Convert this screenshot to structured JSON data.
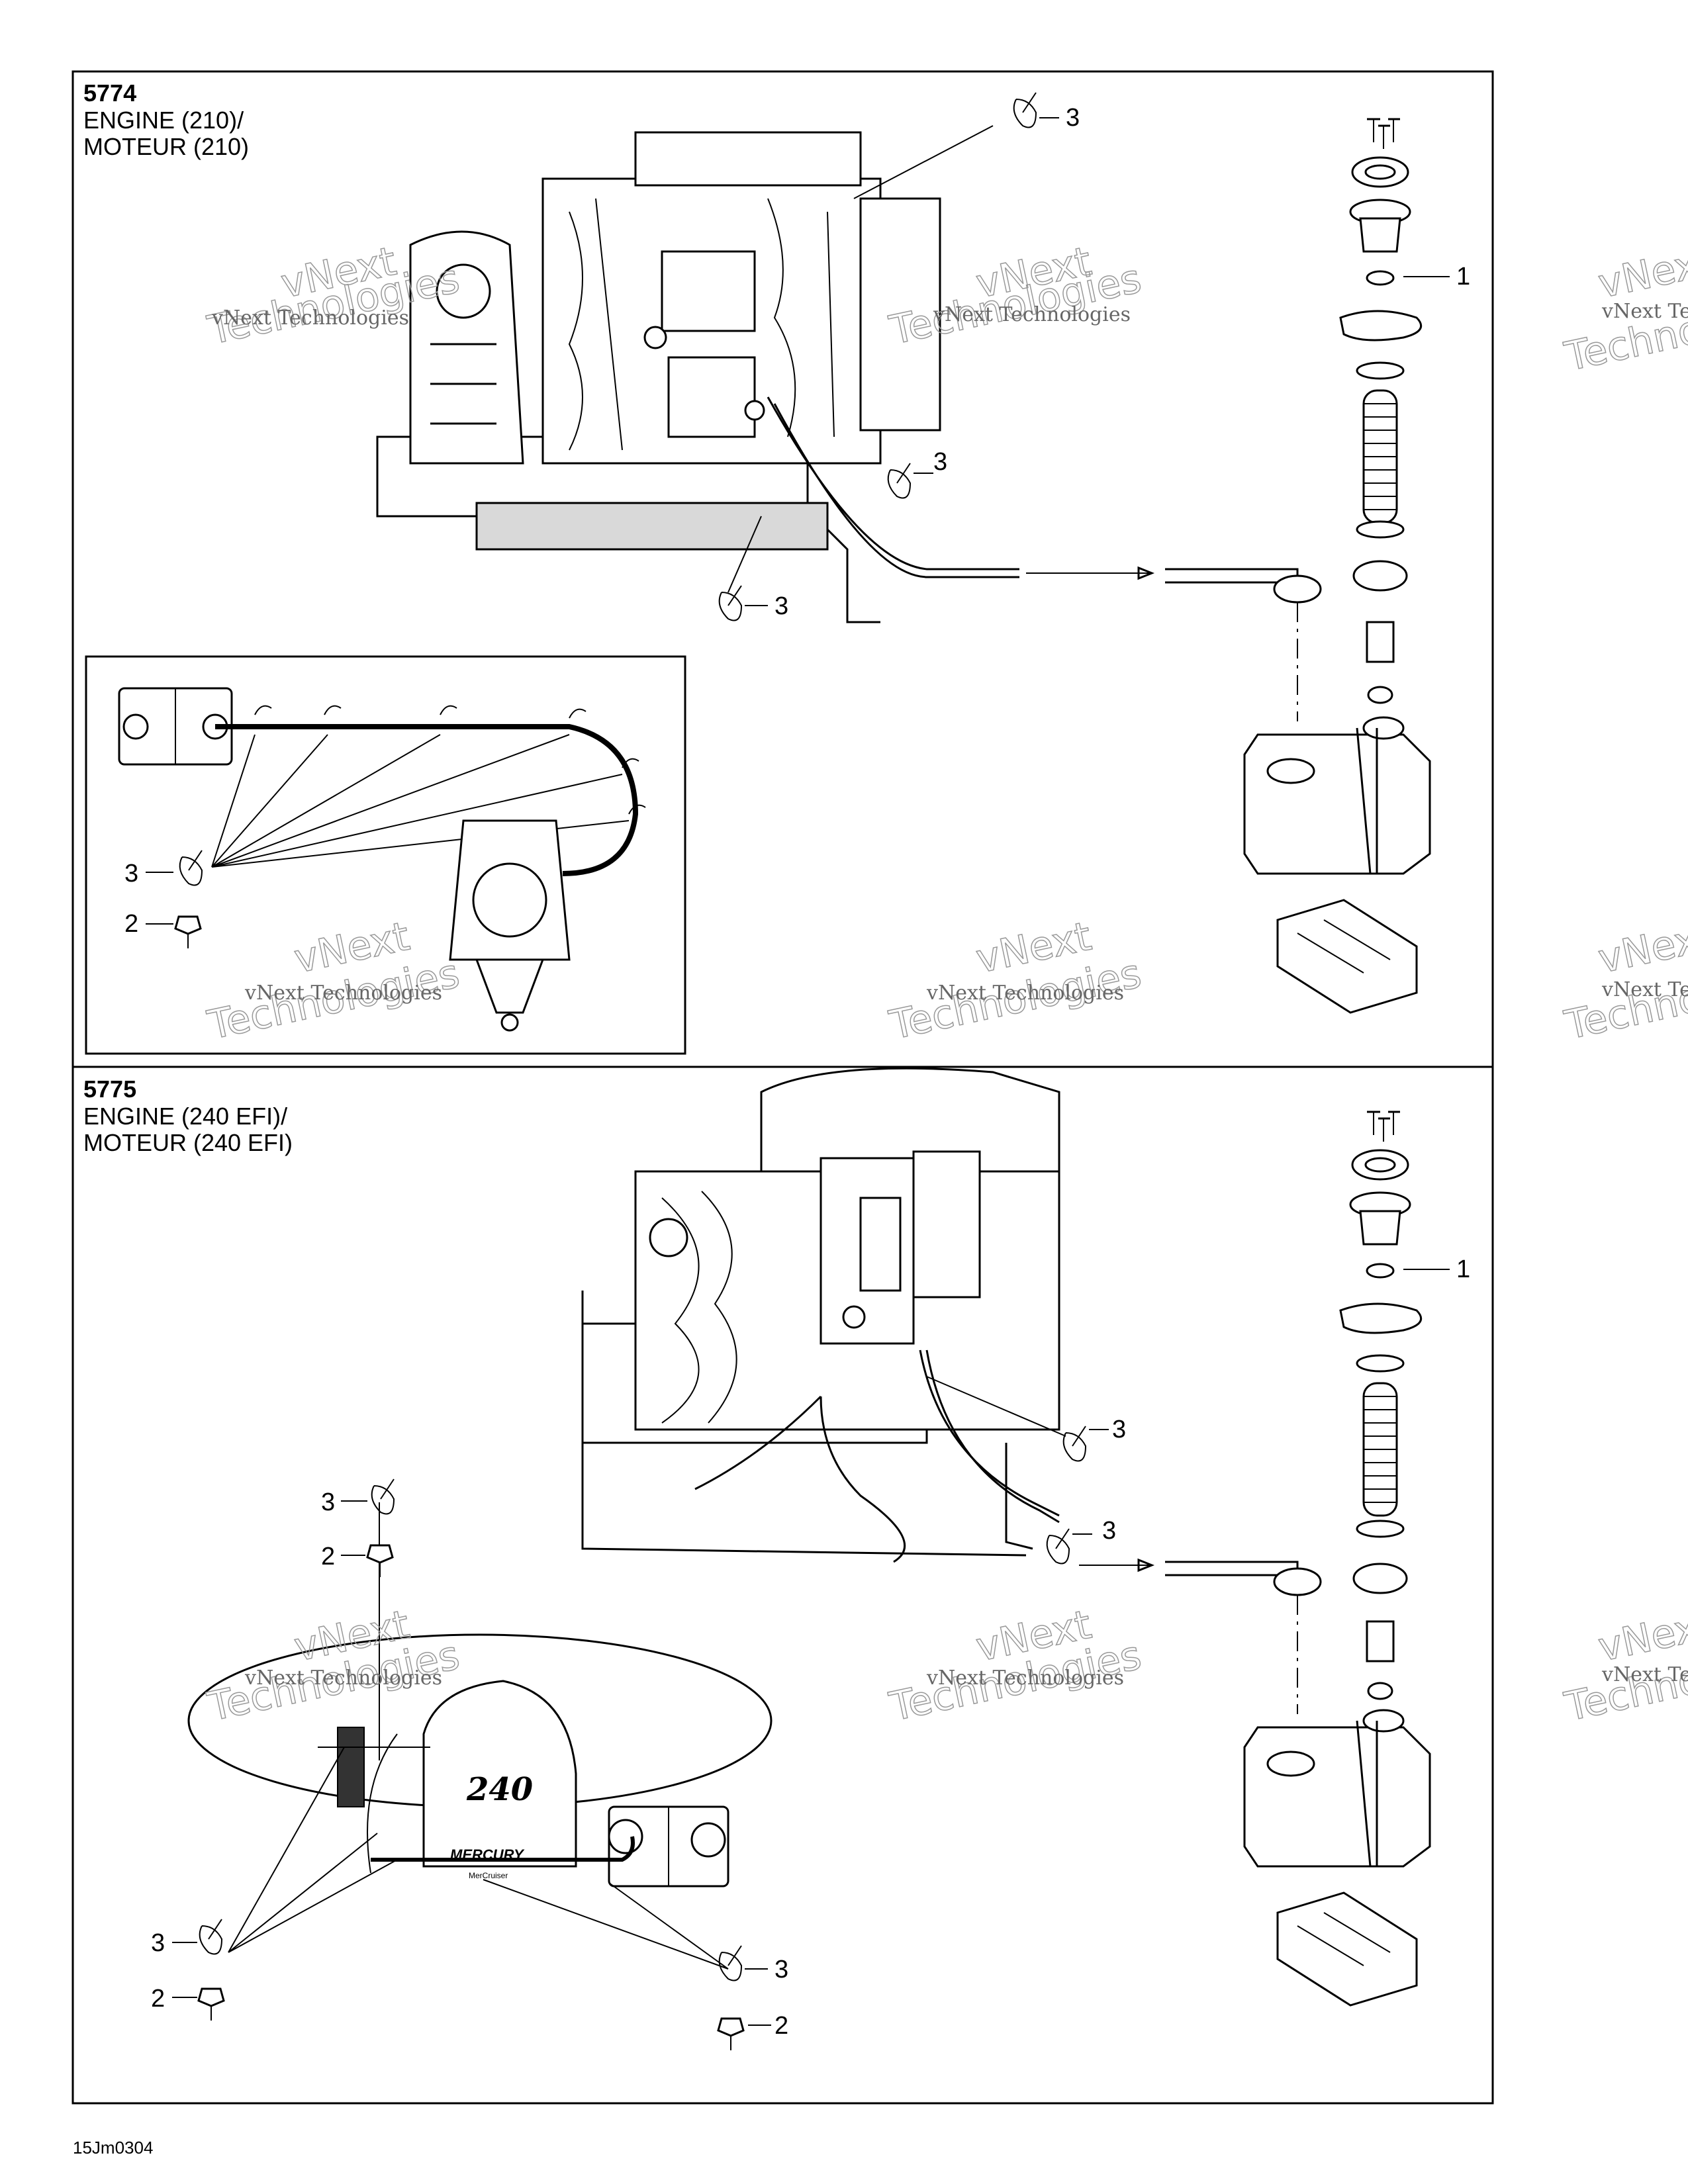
{
  "panels": [
    {
      "code": "5774",
      "title_line1": "ENGINE (210)/",
      "title_line2": "MOTEUR (210)"
    },
    {
      "code": "5775",
      "title_line1": "ENGINE (240 EFI)/",
      "title_line2": "MOTEUR (240 EFI)"
    }
  ],
  "callouts": {
    "one": "1",
    "two": "2",
    "three": "3"
  },
  "watermark": {
    "line_small": "vNext Technologies",
    "line_big": "Technologies",
    "line_top": "vNext"
  },
  "emblem": {
    "model": "240",
    "brand": "MERCURY",
    "sub": "MerCruiser"
  },
  "doc_ref": "15Jm0304"
}
